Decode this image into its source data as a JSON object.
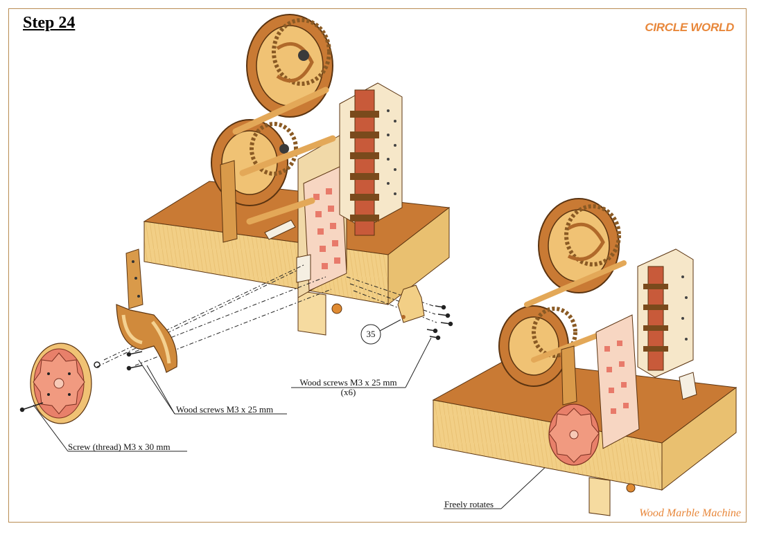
{
  "page": {
    "step_title": "Step 24",
    "brand": "CIRCLE WORLD",
    "footer": "Wood Marble Machine"
  },
  "callouts": {
    "wood_screws_gear": "Wood screws M3 x 25 mm",
    "screw_thread": "Screw (thread) M3 x 30 mm",
    "wood_screws_x6": "Wood screws M3 x 25 mm",
    "qty_x6": "(x6)",
    "part_number": "35",
    "freely_rotates": "Freely rotates"
  },
  "colors": {
    "accent": "#e8873a",
    "frame": "#b98b52",
    "wood_light": "#f2cf86",
    "wood_mid": "#d99a4a",
    "wood_dark": "#b0692a",
    "gear_pink": "#e8806a"
  }
}
